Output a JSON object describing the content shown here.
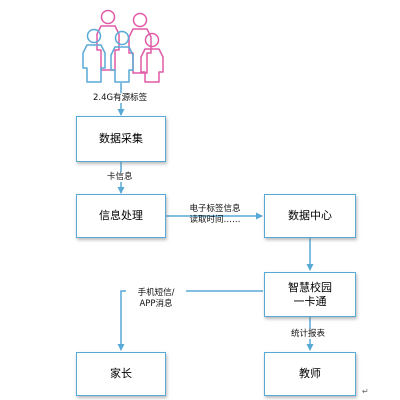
{
  "diagram": {
    "nodes": {
      "data_collection": "数据采集",
      "info_processing": "信息处理",
      "data_center": "数据中心",
      "smart_campus": [
        "智慧校园",
        "一卡通"
      ],
      "parent": "家长",
      "teacher": "教师"
    },
    "edges": {
      "tag_signal": "2.4G有源标签",
      "card_info": "卡信息",
      "tag_read": [
        "电子标签信息",
        "读取时间……"
      ],
      "sms": [
        "手机短信/",
        "APP消息"
      ],
      "report": "统计报表"
    },
    "colors": {
      "box_border": "#58a9d6",
      "arrow": "#58a9d6",
      "people_pink": "#e05aa8",
      "people_blue": "#58a9d6"
    },
    "icons": [
      "people-group-icon"
    ],
    "trailing_mark": "↵"
  }
}
